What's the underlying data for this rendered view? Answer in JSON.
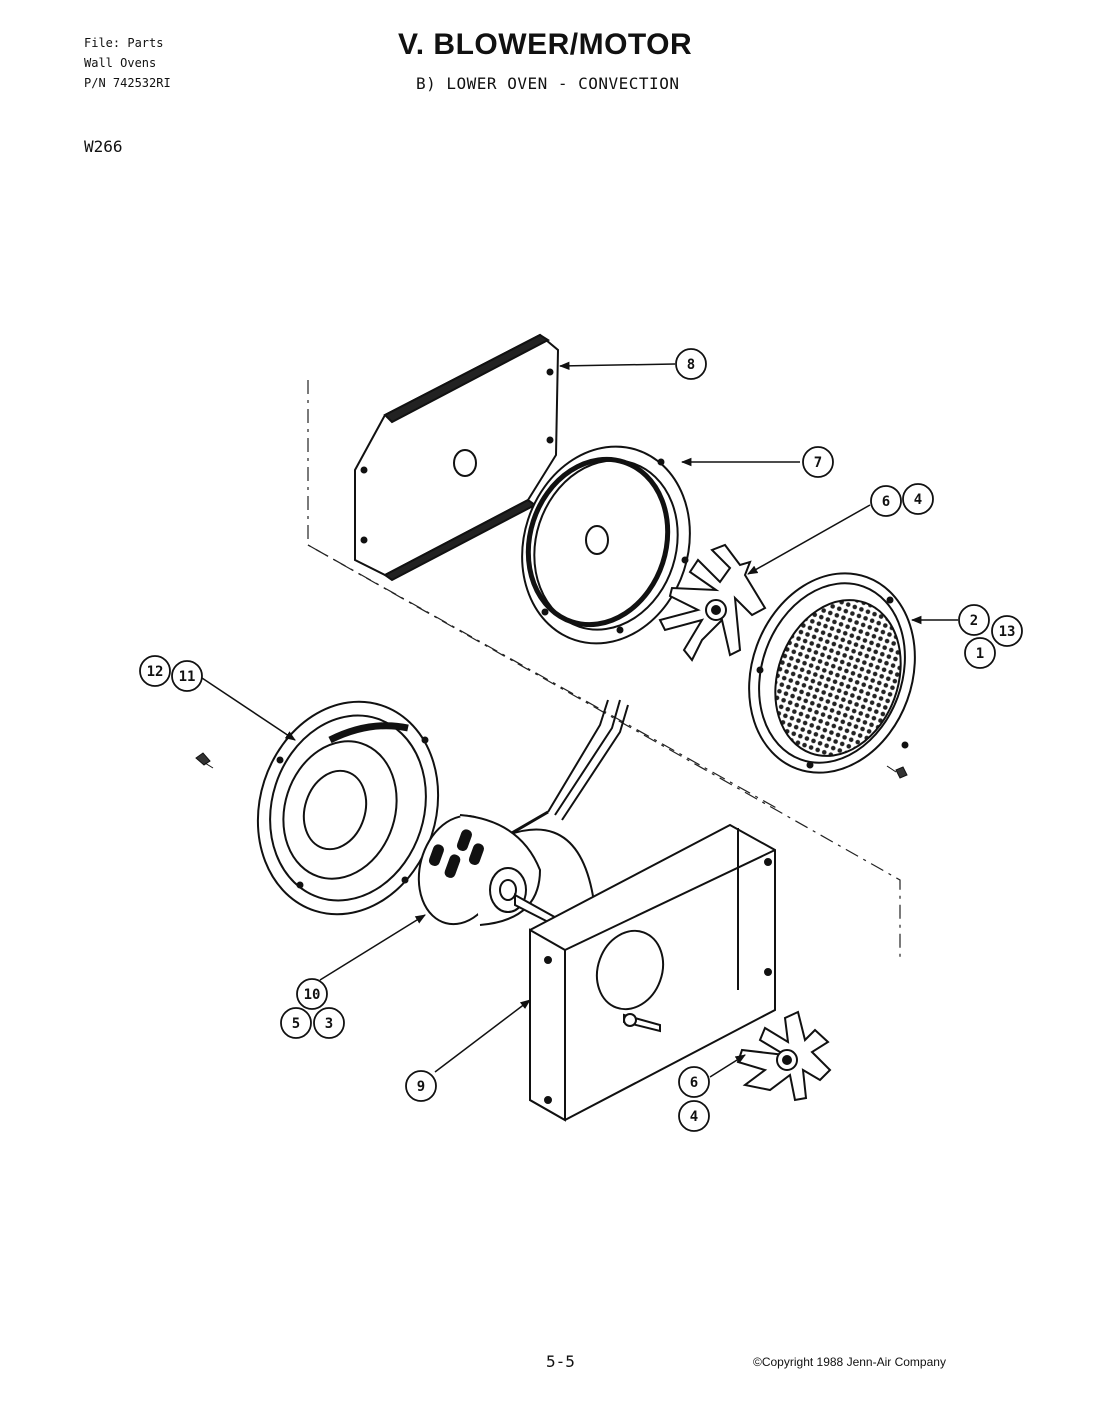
{
  "header": {
    "file_lines": [
      "File: Parts",
      "Wall Ovens",
      "P/N 742532RI"
    ],
    "title": "V. BLOWER/MOTOR",
    "subtitle": "B)  LOWER OVEN - CONVECTION",
    "model": "W266"
  },
  "callouts": [
    "8",
    "7",
    "6",
    "4",
    "2",
    "13",
    "1",
    "12",
    "11",
    "10",
    "5",
    "3",
    "9",
    "6",
    "4"
  ],
  "footer": {
    "page_number": "5-5",
    "copyright": "©Copyright 1988 Jenn-Air Company"
  }
}
